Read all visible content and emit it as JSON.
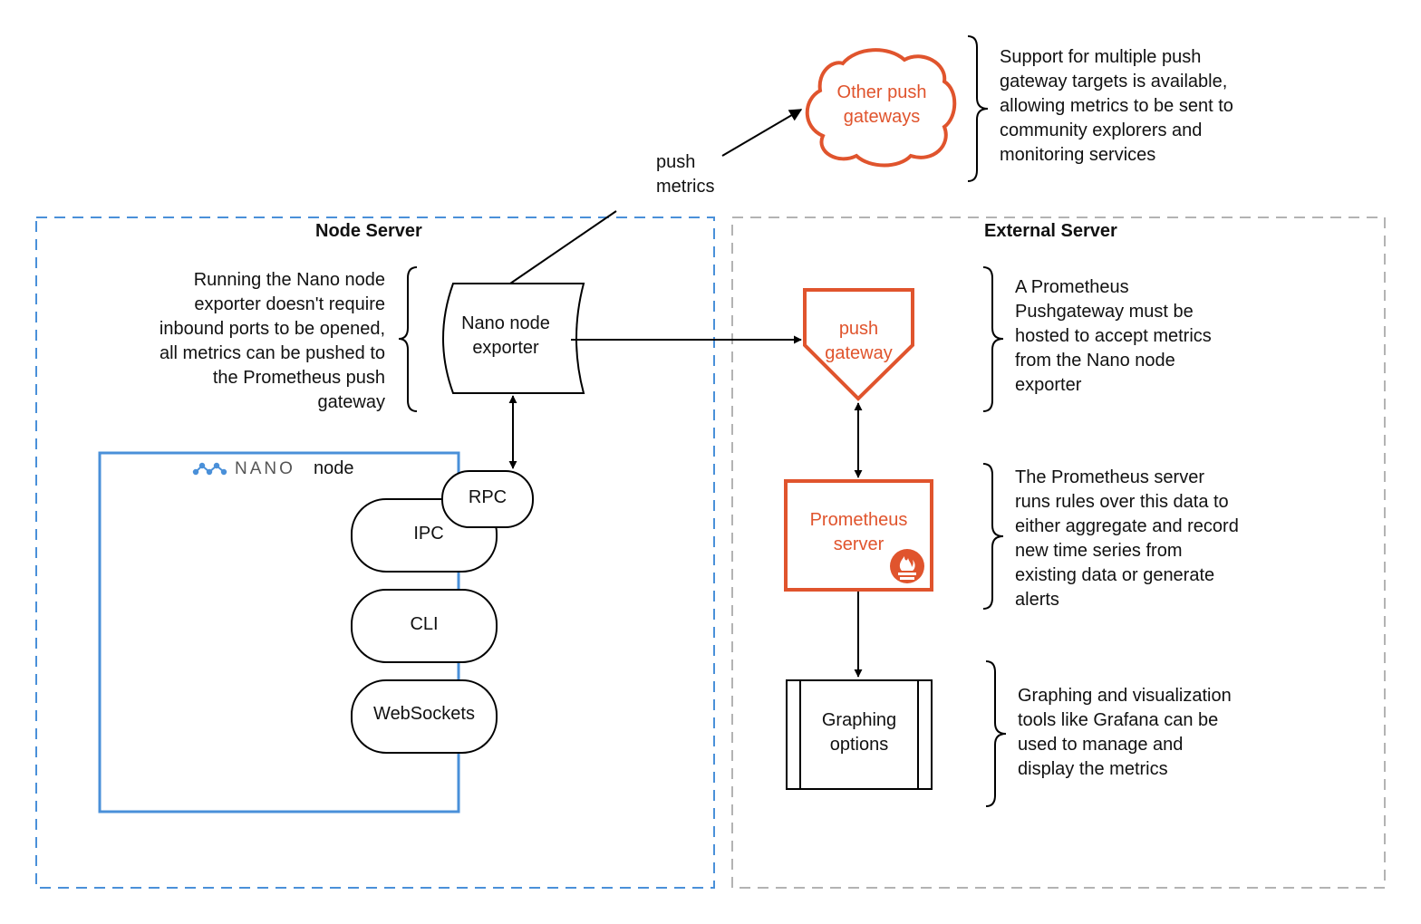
{
  "colors": {
    "node_server_border": "#4a90d9",
    "external_server_border": "#b3b3b3",
    "nano_node_border": "#4a90d9",
    "accent_orange": "#e0542d",
    "line": "#000000"
  },
  "node_server": {
    "title": "Node Server"
  },
  "external_server": {
    "title": "External Server"
  },
  "exporter": {
    "label_line1": "Nano node",
    "label_line2": "exporter",
    "note_lines": [
      "Running the Nano node",
      "exporter doesn't require",
      "inbound ports to be opened,",
      "all metrics can be pushed to",
      "the Prometheus push",
      "gateway"
    ]
  },
  "push_metrics_label": {
    "line1": "push",
    "line2": "metrics"
  },
  "other_push_gateways": {
    "label_line1": "Other push",
    "label_line2": "gateways",
    "note_lines": [
      "Support for multiple push",
      "gateway targets is available,",
      "allowing metrics to be sent to",
      "community explorers and",
      "monitoring services"
    ]
  },
  "push_gateway": {
    "label_line1": "push",
    "label_line2": "gateway",
    "note_lines": [
      "A Prometheus",
      "Pushgateway must be",
      "hosted to accept metrics",
      "from the Nano node",
      "exporter"
    ]
  },
  "prometheus_server": {
    "label_line1": "Prometheus",
    "label_line2": "server",
    "icon": "prometheus-flame-icon",
    "note_lines": [
      "The Prometheus server",
      "runs rules over this data to",
      "either aggregate and record",
      "new time series from",
      "existing data or generate",
      "alerts"
    ]
  },
  "graphing": {
    "label_line1": "Graphing",
    "label_line2": "options",
    "note_lines": [
      "Graphing and visualization",
      "tools like Grafana can be",
      "used to manage and",
      "display the metrics"
    ]
  },
  "nano_node": {
    "logo_icon": "nano-logo-icon",
    "logo_text": "NANO",
    "suffix": "node",
    "interfaces": {
      "rpc": "RPC",
      "ipc": "IPC",
      "cli": "CLI",
      "websockets": "WebSockets"
    }
  }
}
